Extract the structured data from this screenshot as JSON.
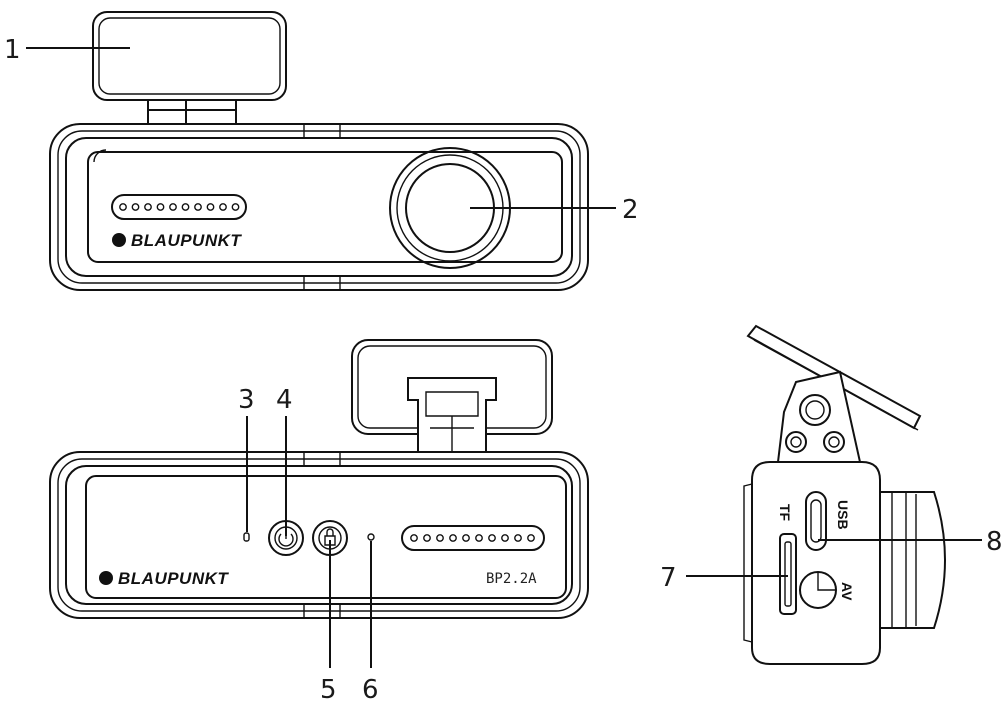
{
  "brand": {
    "name": "BLAUPUNKT",
    "model": "BP2.2A"
  },
  "ports": {
    "usb": "USB",
    "tf": "TF",
    "av": "AV"
  },
  "callouts": [
    "1",
    "2",
    "3",
    "4",
    "5",
    "6",
    "7",
    "8"
  ]
}
